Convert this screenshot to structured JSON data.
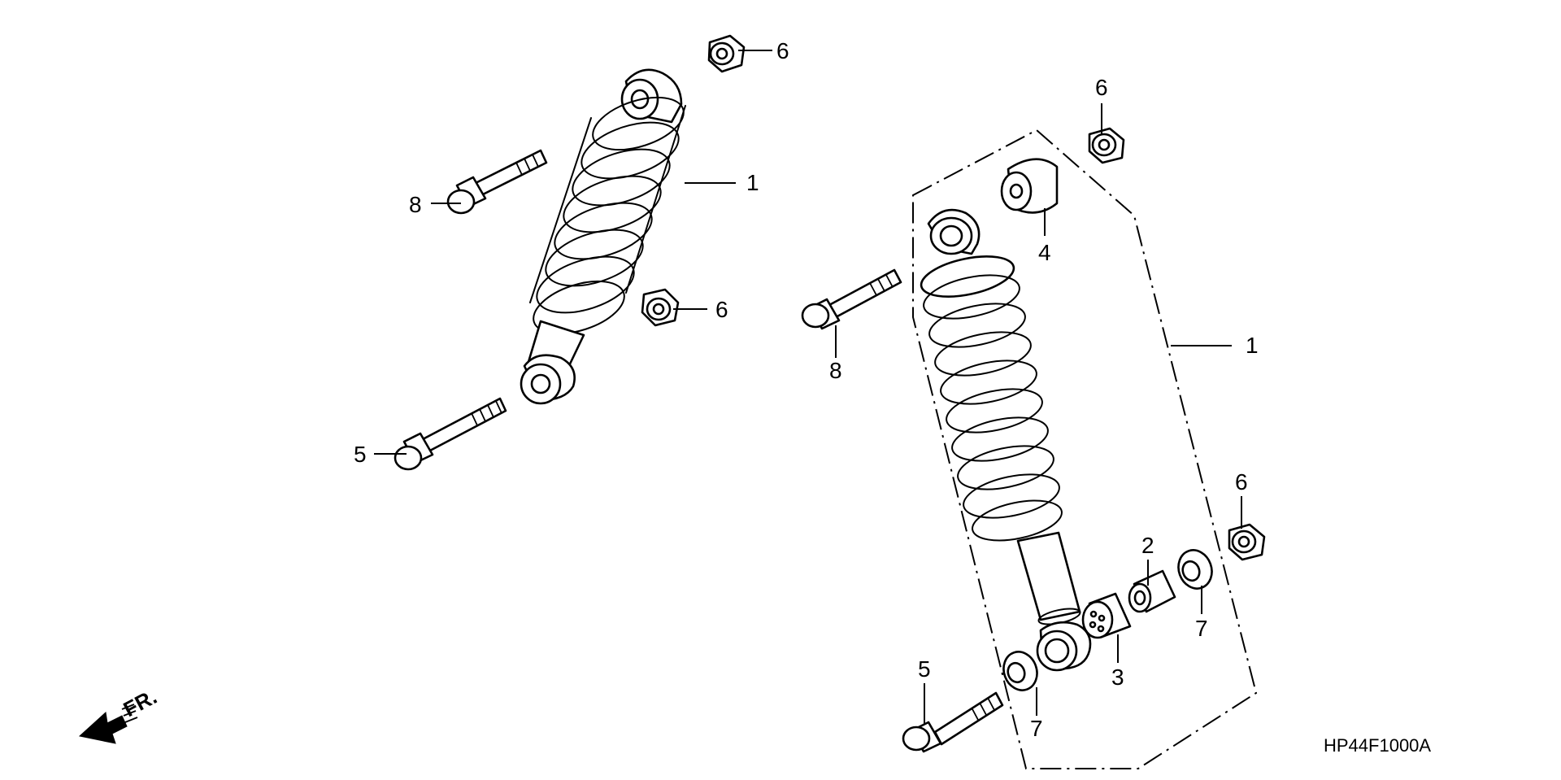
{
  "diagram_code": "HP44F1000A",
  "direction_marker": {
    "label": "FR.",
    "icon": "front-direction-arrow-icon"
  },
  "callouts": {
    "left_shock": "1",
    "left_nut_top": "6",
    "left_nut_mid": "6",
    "left_bolt_upper": "8",
    "left_bolt_lower": "5",
    "right_assembly": "1",
    "right_nut_top": "6",
    "right_nut_right": "6",
    "bushing": "4",
    "right_bolt_upper": "8",
    "collar": "2",
    "bearing": "3",
    "seal_right": "7",
    "seal_left": "7",
    "right_bolt_lower": "5"
  }
}
